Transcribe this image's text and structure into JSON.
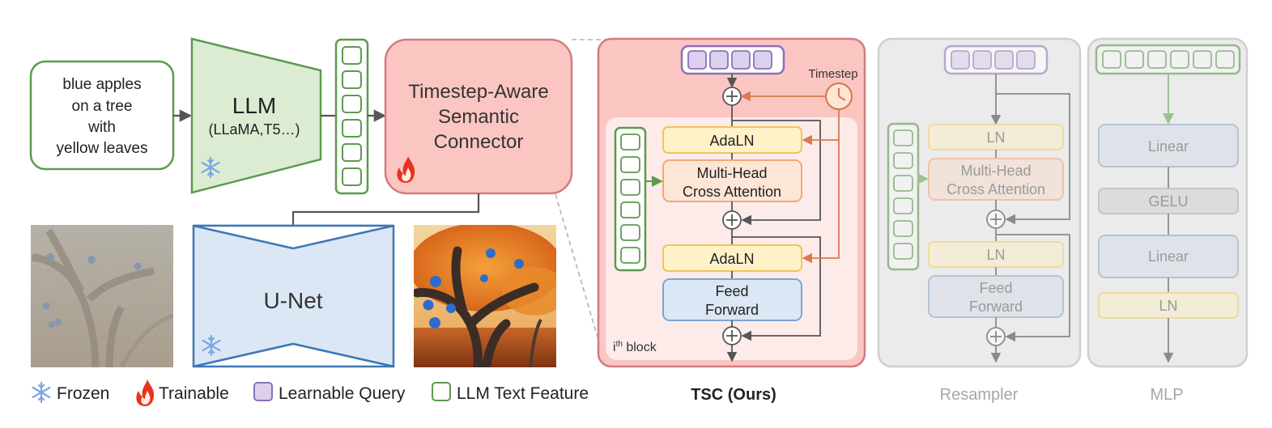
{
  "prompt": {
    "lines": [
      "blue apples",
      "on a tree",
      "with",
      "yellow leaves"
    ]
  },
  "llm": {
    "title": "LLM",
    "subtitle": "(LLaMA,T5…)"
  },
  "connector": {
    "lines": [
      "Timestep-Aware",
      "Semantic",
      "Connector"
    ]
  },
  "unet": {
    "title": "U-Net"
  },
  "legend": {
    "frozen": "Frozen",
    "trainable": "Trainable",
    "learnable_query": "Learnable Query",
    "llm_text_feature": "LLM Text Feature"
  },
  "tsc": {
    "timestep": "Timestep",
    "adaln_1": "AdaLN",
    "mhca_line1": "Multi-Head",
    "mhca_line2": "Cross Attention",
    "adaln_2": "AdaLN",
    "ff_line1": "Feed",
    "ff_line2": "Forward",
    "block_label_prefix": "i",
    "block_label_sup": "th",
    "block_label_suffix": " block",
    "caption": "TSC (Ours)"
  },
  "resampler": {
    "ln_1": "LN",
    "mhca_line1": "Multi-Head",
    "mhca_line2": "Cross Attention",
    "ln_2": "LN",
    "ff_line1": "Feed",
    "ff_line2": "Forward",
    "caption": "Resampler"
  },
  "mlp": {
    "linear_1": "Linear",
    "gelu": "GELU",
    "linear_2": "Linear",
    "ln": "LN",
    "caption": "MLP"
  },
  "colors": {
    "green": "#5c9a4e",
    "green_fill": "#dcecd3",
    "purple": "#8a70b8",
    "purple_fill": "#ddd0ee",
    "red_fill": "#fbc6c2",
    "red_border": "#d27b83",
    "blue": "#3d78b5",
    "blue_fill": "#dbe7f4",
    "yellow_fill": "#fff2c8",
    "orange_fill": "#fde6d6",
    "orange_line": "#d97a4f"
  }
}
